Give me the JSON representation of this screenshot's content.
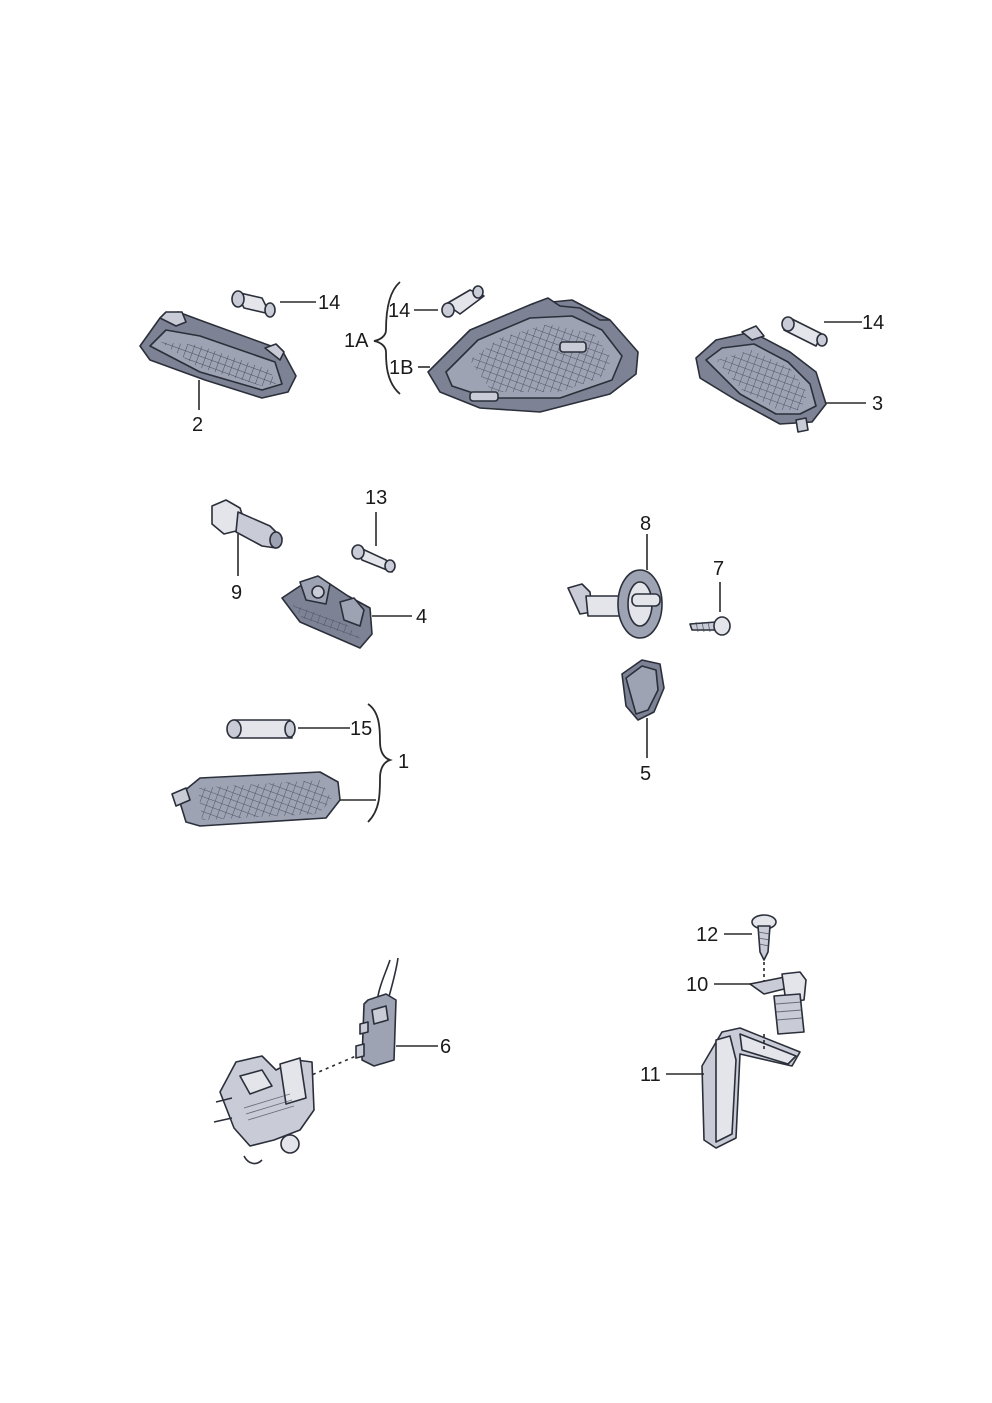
{
  "callouts": {
    "c1": "1",
    "c1A": "1A",
    "c1B": "1B",
    "c2": "2",
    "c3": "3",
    "c4": "4",
    "c5": "5",
    "c6": "6",
    "c7": "7",
    "c8": "8",
    "c9": "9",
    "c10": "10",
    "c11": "11",
    "c12": "12",
    "c13": "13",
    "c14a": "14",
    "c14b": "14",
    "c14c": "14",
    "c15": "15"
  },
  "icons": {
    "bulb": "festoon-bulb-icon",
    "screw": "screw-icon",
    "lamp": "interior-lamp-icon",
    "switch": "door-contact-switch-icon",
    "bracket": "bracket-icon"
  }
}
